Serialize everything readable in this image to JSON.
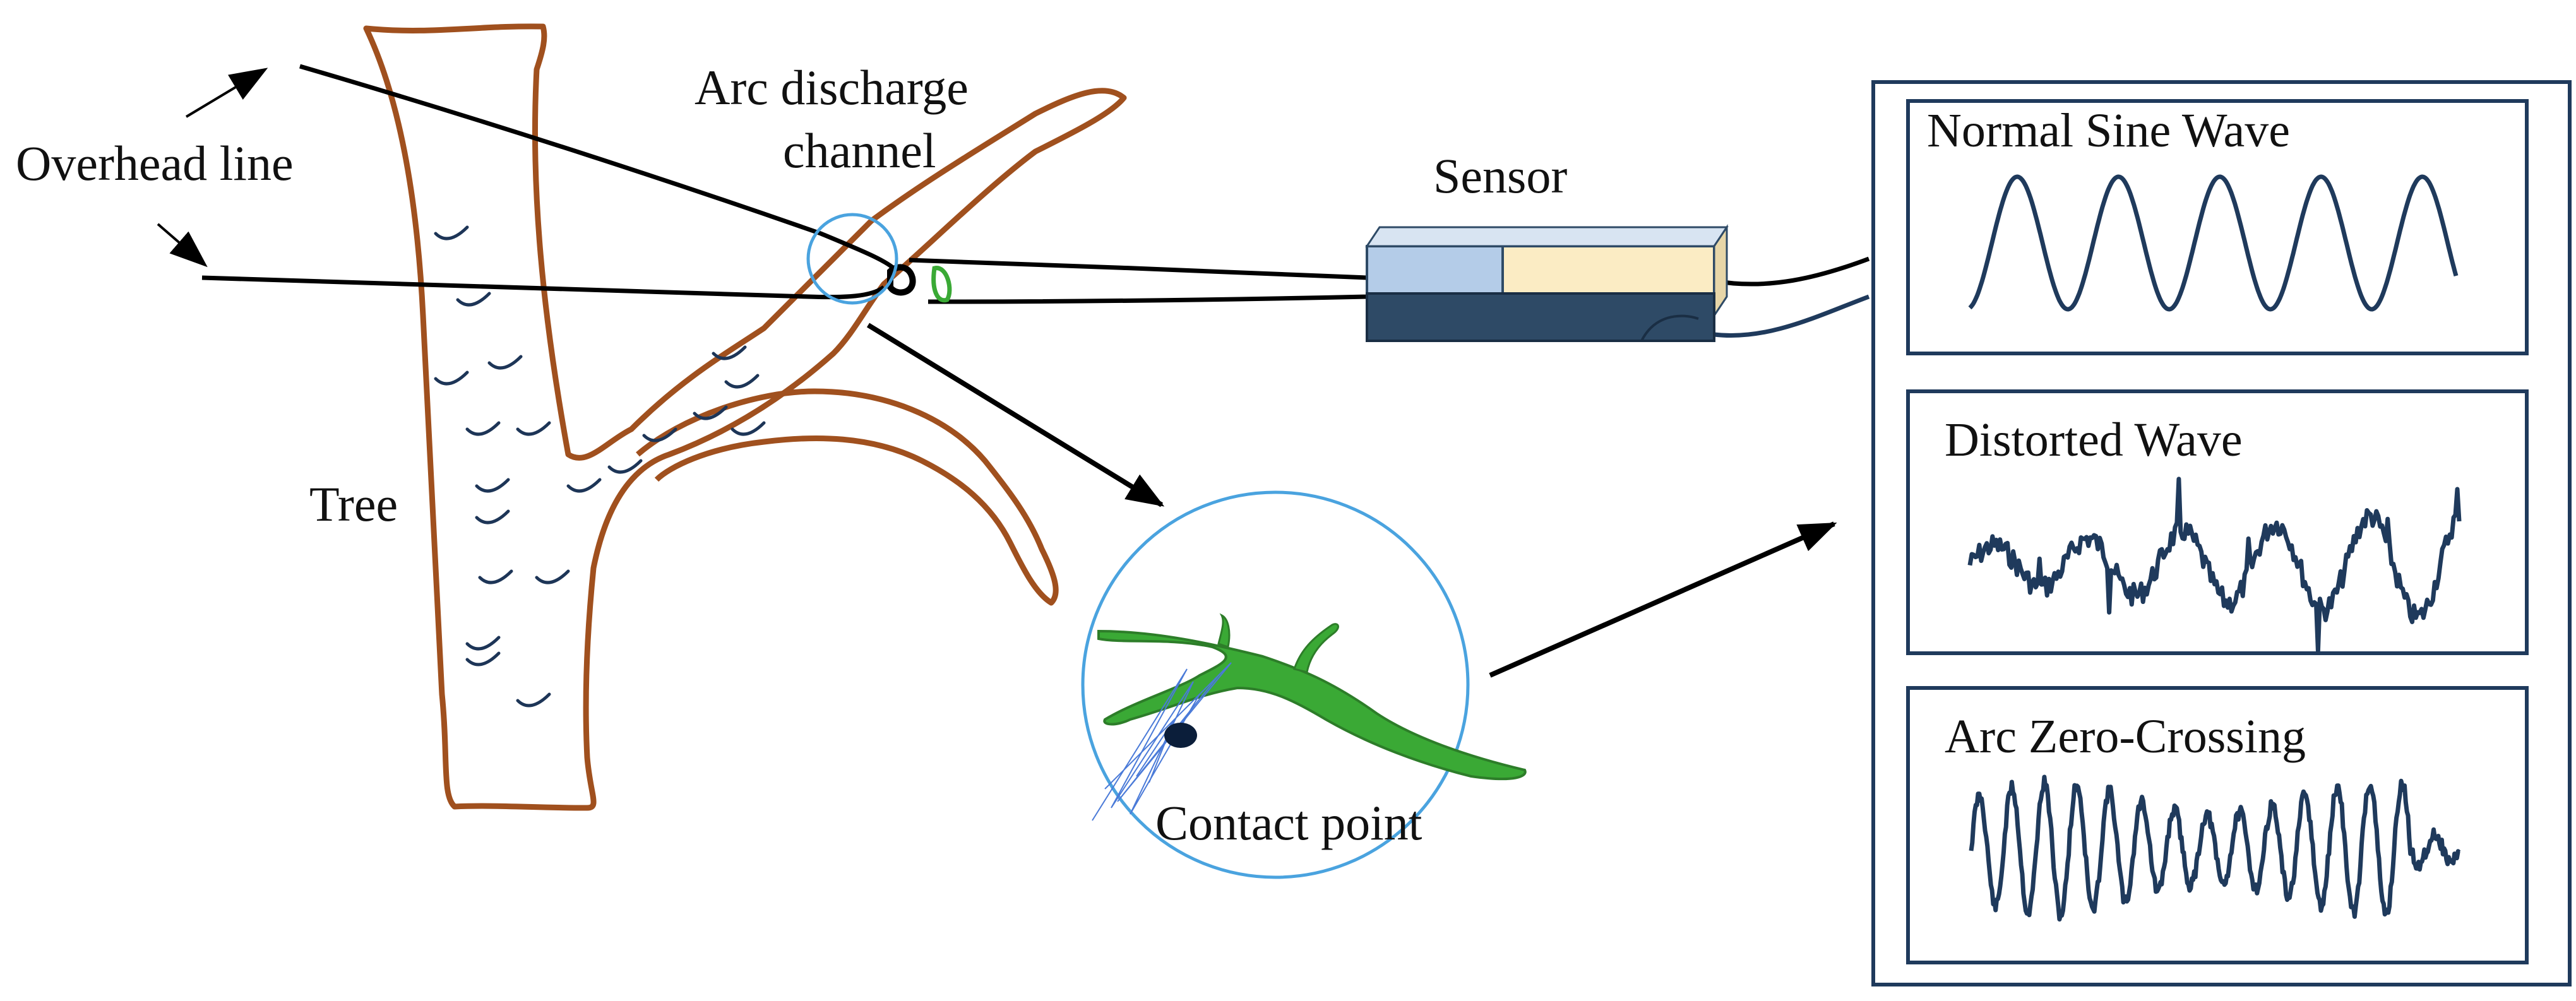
{
  "labels": {
    "overhead_line": "Overhead line",
    "tree": "Tree",
    "arc_line1": "Arc discharge",
    "arc_line2": "channel",
    "sensor": "Sensor",
    "contact_point": "Contact point"
  },
  "panels": [
    {
      "title": "Normal Sine Wave",
      "waveform": "normal-sine"
    },
    {
      "title": "Distorted Wave",
      "waveform": "distorted"
    },
    {
      "title": "Arc Zero-Crossing",
      "waveform": "arc-zero-crossing"
    }
  ],
  "colors": {
    "tree_outline": "#a0501e",
    "bark_marks": "#1d3557",
    "line": "#000000",
    "zoom_circle": "#4aa3df",
    "branch_green": "#3aa935",
    "sensor_top_left": "#b4cce8",
    "sensor_top_right": "#fbecc4",
    "sensor_base": "#2e4a66",
    "wave": "#1f3a5c",
    "panel_border": "#1f3a5c"
  }
}
